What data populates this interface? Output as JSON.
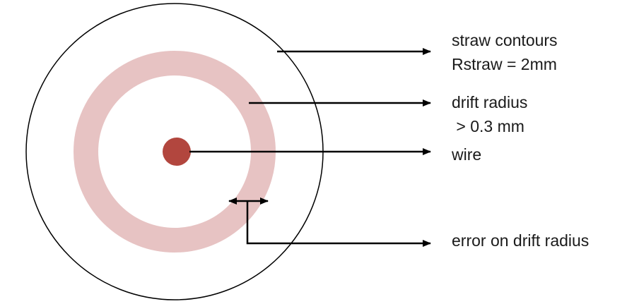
{
  "labels": {
    "straw_line1": "straw contours",
    "straw_line2": "Rstraw = 2mm",
    "drift_line1": "drift radius",
    "drift_line2": " > 0.3 mm",
    "wire": "wire",
    "error": "error on drift radius"
  },
  "colors": {
    "straw_outline": "#000000",
    "drift_ring": "#e7c3c3",
    "wire": "#b2463e",
    "arrows": "#000000",
    "text": "#1a1a1a"
  },
  "icons": {
    "straw": "circle-outline",
    "drift_band": "ring",
    "wire": "filled-dot",
    "pointers": "right-arrow",
    "error_marker": "double-headed-arrow"
  }
}
